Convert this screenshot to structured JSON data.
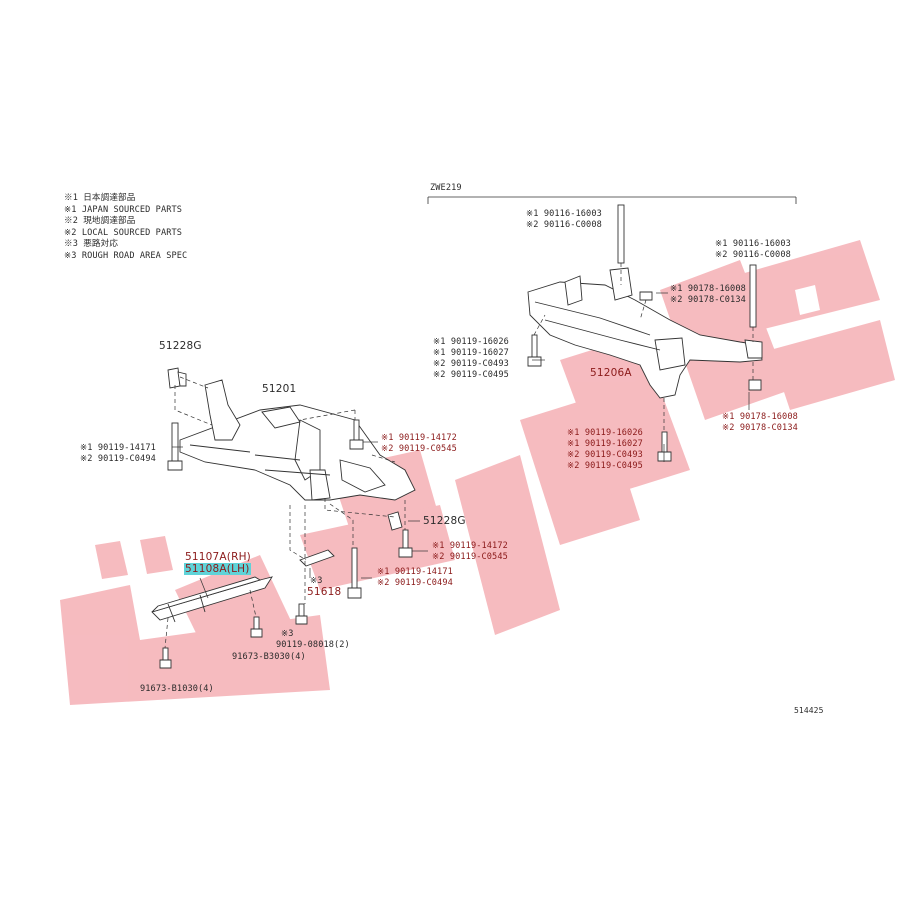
{
  "legend": [
    "※1 日本調達部品",
    "※1 JAPAN SOURCED PARTS",
    "※2 現地調達部品",
    "※2 LOCAL SOURCED PARTS",
    "※3 悪路対応",
    "※3 ROUGH ROAD AREA SPEC"
  ],
  "variant_label": "ZWE219",
  "diagram_id": "514425",
  "parts": {
    "p51228g_top": "51228G",
    "p51201": "51201",
    "p51228g_mid": "51228G",
    "p51107a": "51107A(RH)",
    "p51108a": "51108A(LH)",
    "p51618": "51618",
    "p51618_note": "※3",
    "p51206a": "51206A"
  },
  "bolts": {
    "b1": [
      "※1 90119-14171",
      "※2 90119-C0494"
    ],
    "b2": [
      "※1 90119-14172",
      "※2 90119-C0545"
    ],
    "b3": [
      "※1 90119-14172",
      "※2 90119-C0545"
    ],
    "b4": [
      "※1 90119-14171",
      "※2 90119-C0494"
    ],
    "b5": [
      "※3",
      "90119-08018(2)"
    ],
    "b6": "91673-B3030(4)",
    "b7": "91673-B1030(4)",
    "r1": [
      "※1 90116-16003",
      "※2 90116-C0008"
    ],
    "r2": [
      "※1 90116-16003",
      "※2 90116-C0008"
    ],
    "r3": [
      "※1 90178-16008",
      "※2 90178-C0134"
    ],
    "r4": [
      "※1 90119-16026",
      "※1 90119-16027",
      "※2 90119-C0493",
      "※2 90119-C0495"
    ],
    "r5": [
      "※1 90178-16008",
      "※2 90178-C0134"
    ],
    "r6": [
      "※1 90119-16026",
      "※1 90119-16027",
      "※2 90119-C0493",
      "※2 90119-C0495"
    ]
  }
}
